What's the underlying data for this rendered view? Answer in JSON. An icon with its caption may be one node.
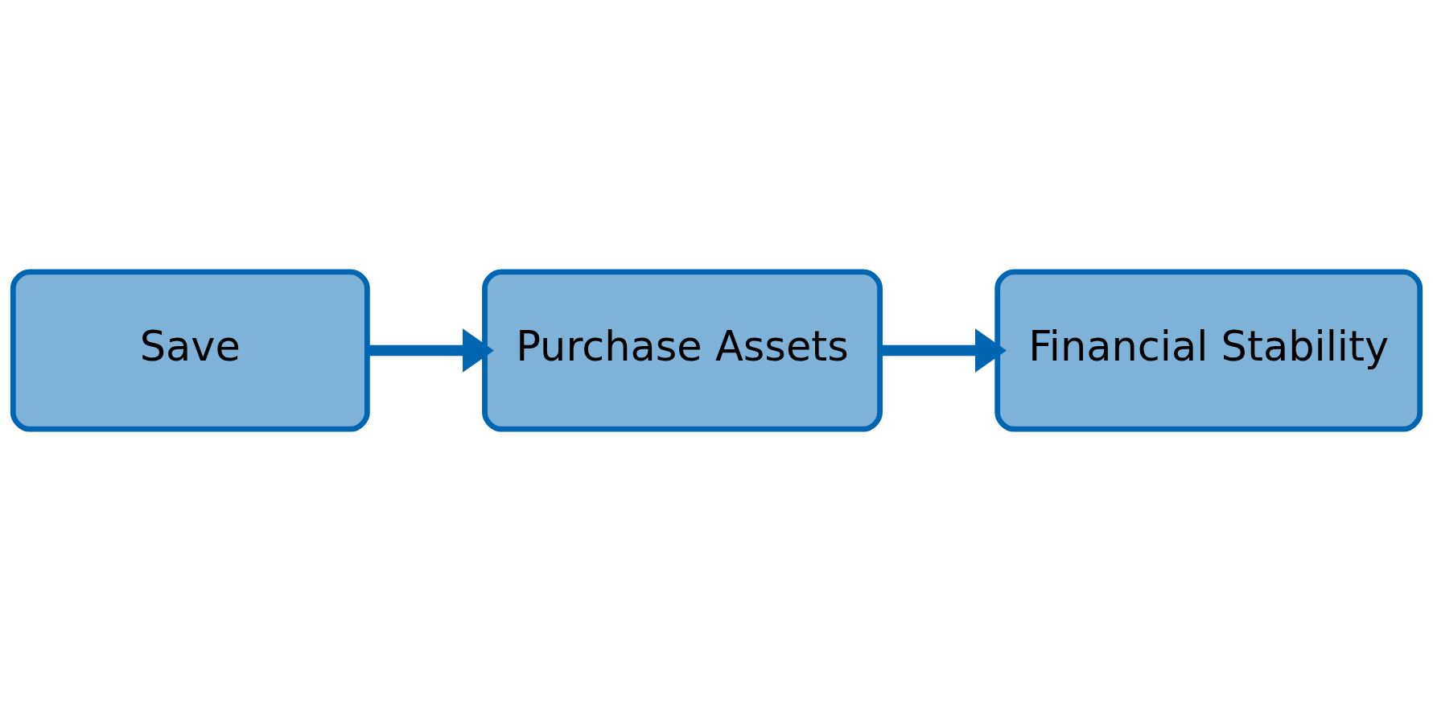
{
  "diagram": {
    "nodes": [
      {
        "text": [
          "Save"
        ]
      },
      {
        "text": [
          "Purchase Assets"
        ]
      },
      {
        "text": [
          "Financial Stability"
        ]
      }
    ],
    "edges": [
      {
        "from": 0,
        "to": 1,
        "arrow": "to"
      },
      {
        "from": 1,
        "to": 2,
        "arrow": "to"
      }
    ]
  }
}
